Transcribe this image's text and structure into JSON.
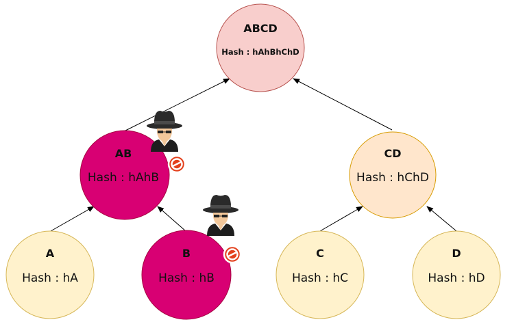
{
  "colors": {
    "root_fill": "#f8cecc",
    "root_stroke": "#b85450",
    "mid_clean_fill": "#ffe6cc",
    "mid_clean_stroke": "#d79b00",
    "leaf_fill": "#fff2cc",
    "leaf_stroke": "#d6b656",
    "compromised_fill": "#d80073",
    "compromised_stroke": "#a50040",
    "edge": "#000000"
  },
  "nodes": {
    "abcd": {
      "title": "ABCD",
      "hash": "Hash : hAhBhChD"
    },
    "ab": {
      "title": "AB",
      "hash": "Hash : hAhB",
      "status": "compromised"
    },
    "cd": {
      "title": "CD",
      "hash": "Hash : hChD"
    },
    "a": {
      "title": "A",
      "hash": "Hash : hA"
    },
    "b": {
      "title": "B",
      "hash": "Hash : hB",
      "status": "compromised"
    },
    "c": {
      "title": "C",
      "hash": "Hash : hC"
    },
    "d": {
      "title": "D",
      "hash": "Hash : hD"
    }
  },
  "icons": {
    "attacker": "spy-attacker-icon",
    "blocked": "no-entry-icon"
  }
}
